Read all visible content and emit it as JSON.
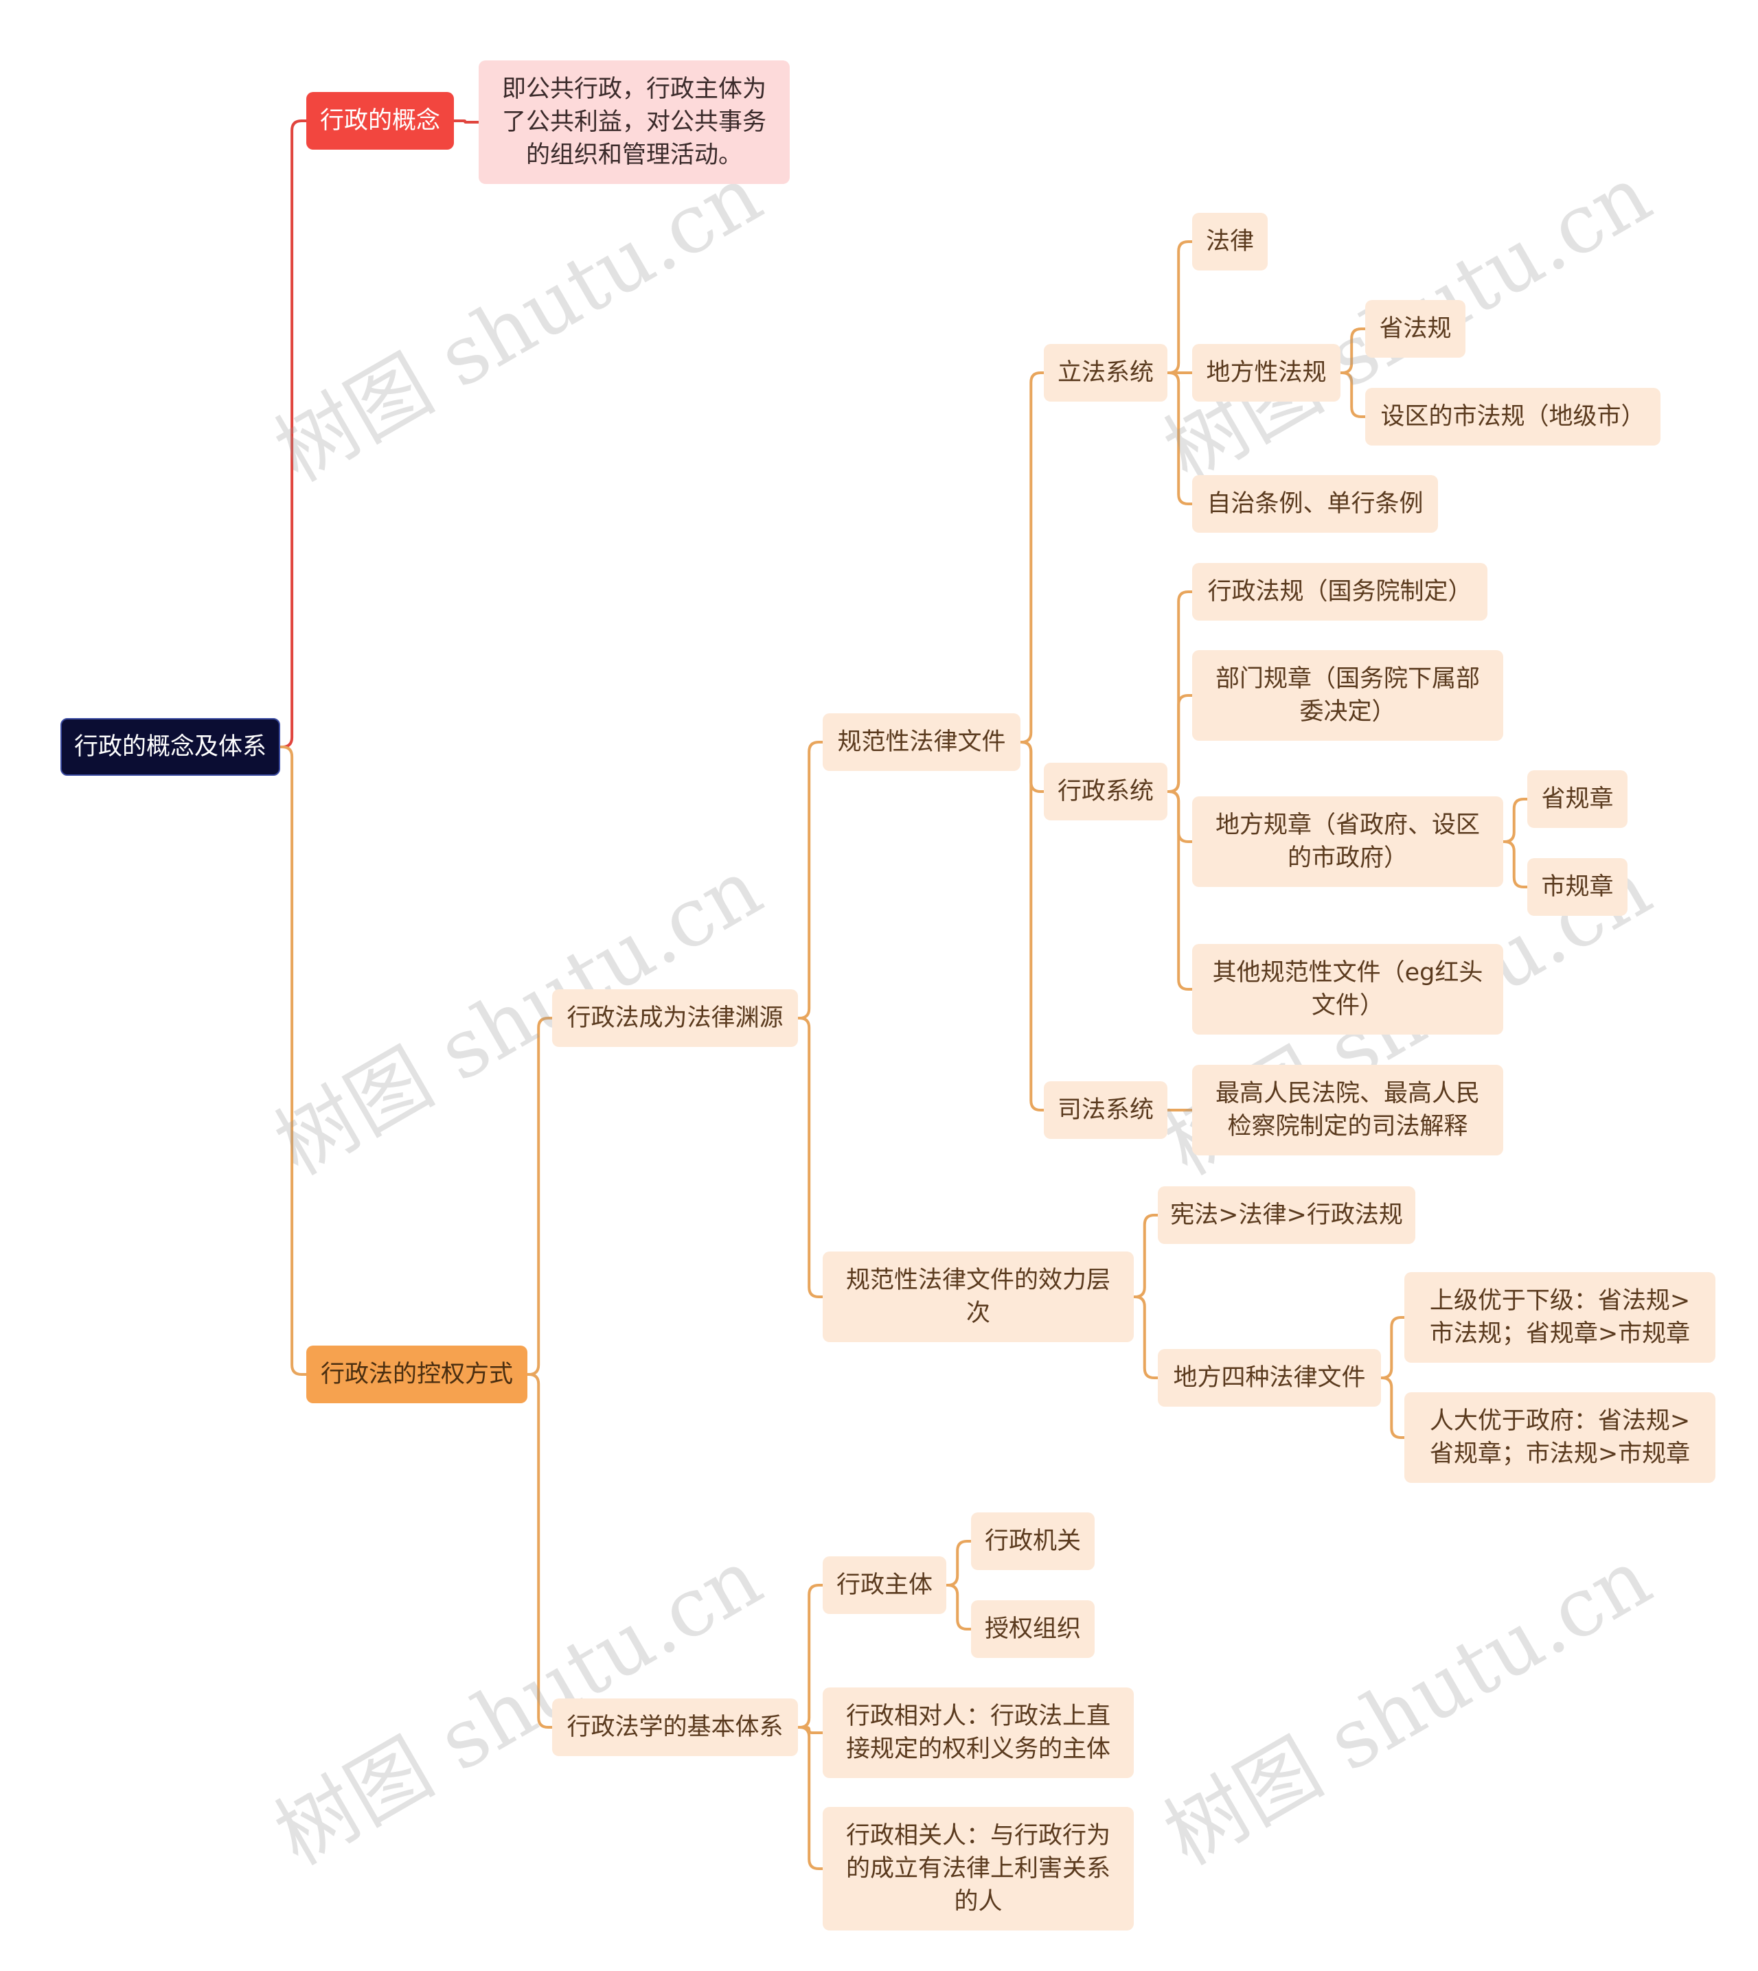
{
  "colors": {
    "root_bg": "#0b0d33",
    "concept_bg": "#f2463f",
    "definition_bg": "#fddada",
    "branch_bg": "#f6a24f",
    "node_bg": "#fde9d8",
    "red_line": "#e0453e",
    "orange_line": "#e8a55c"
  },
  "watermark": "树图 shutu.cn",
  "nodes": {
    "root": "行政的概念及体系",
    "concept": "行政的概念",
    "definition": "即公共行政，行政主体为\n了公共利益，对公共事务\n的组织和管理活动。",
    "control": "行政法的控权方式",
    "source": "行政法成为法律渊源",
    "normative": "规范性法律文件",
    "legislative": "立法系统",
    "law": "法律",
    "local_regulation": "地方性法规",
    "province_regulation": "省法规",
    "city_regulation": "设区的市法规（地级市）",
    "autonomy": "自治条例、单行条例",
    "administrative": "行政系统",
    "admin_regulation": "行政法规（国务院制定）",
    "dept_rule": "部门规章（国务院下属部\n委决定）",
    "local_rule": "地方规章（省政府、设区\n的市政府）",
    "province_rule": "省规章",
    "city_rule": "市规章",
    "other_docs": "其他规范性文件（eg红头\n文件）",
    "judicial": "司法系统",
    "judicial_interp": "最高人民法院、最高人民\n检察院制定的司法解释",
    "effect": "规范性法律文件的效力层\n次",
    "hierarchy": "宪法>法律>行政法规",
    "local_four": "地方四种法律文件",
    "superior": "上级优于下级：省法规>\n市法规；省规章>市规章",
    "congress": "人大优于政府：省法规>\n省规章；市法规>市规章",
    "system": "行政法学的基本体系",
    "subject": "行政主体",
    "organ": "行政机关",
    "authorized": "授权组织",
    "counterpart": "行政相对人：行政法上直\n接规定的权利义务的主体",
    "related": "行政相关人：与行政行为\n的成立有法律上利害关系\n的人"
  }
}
